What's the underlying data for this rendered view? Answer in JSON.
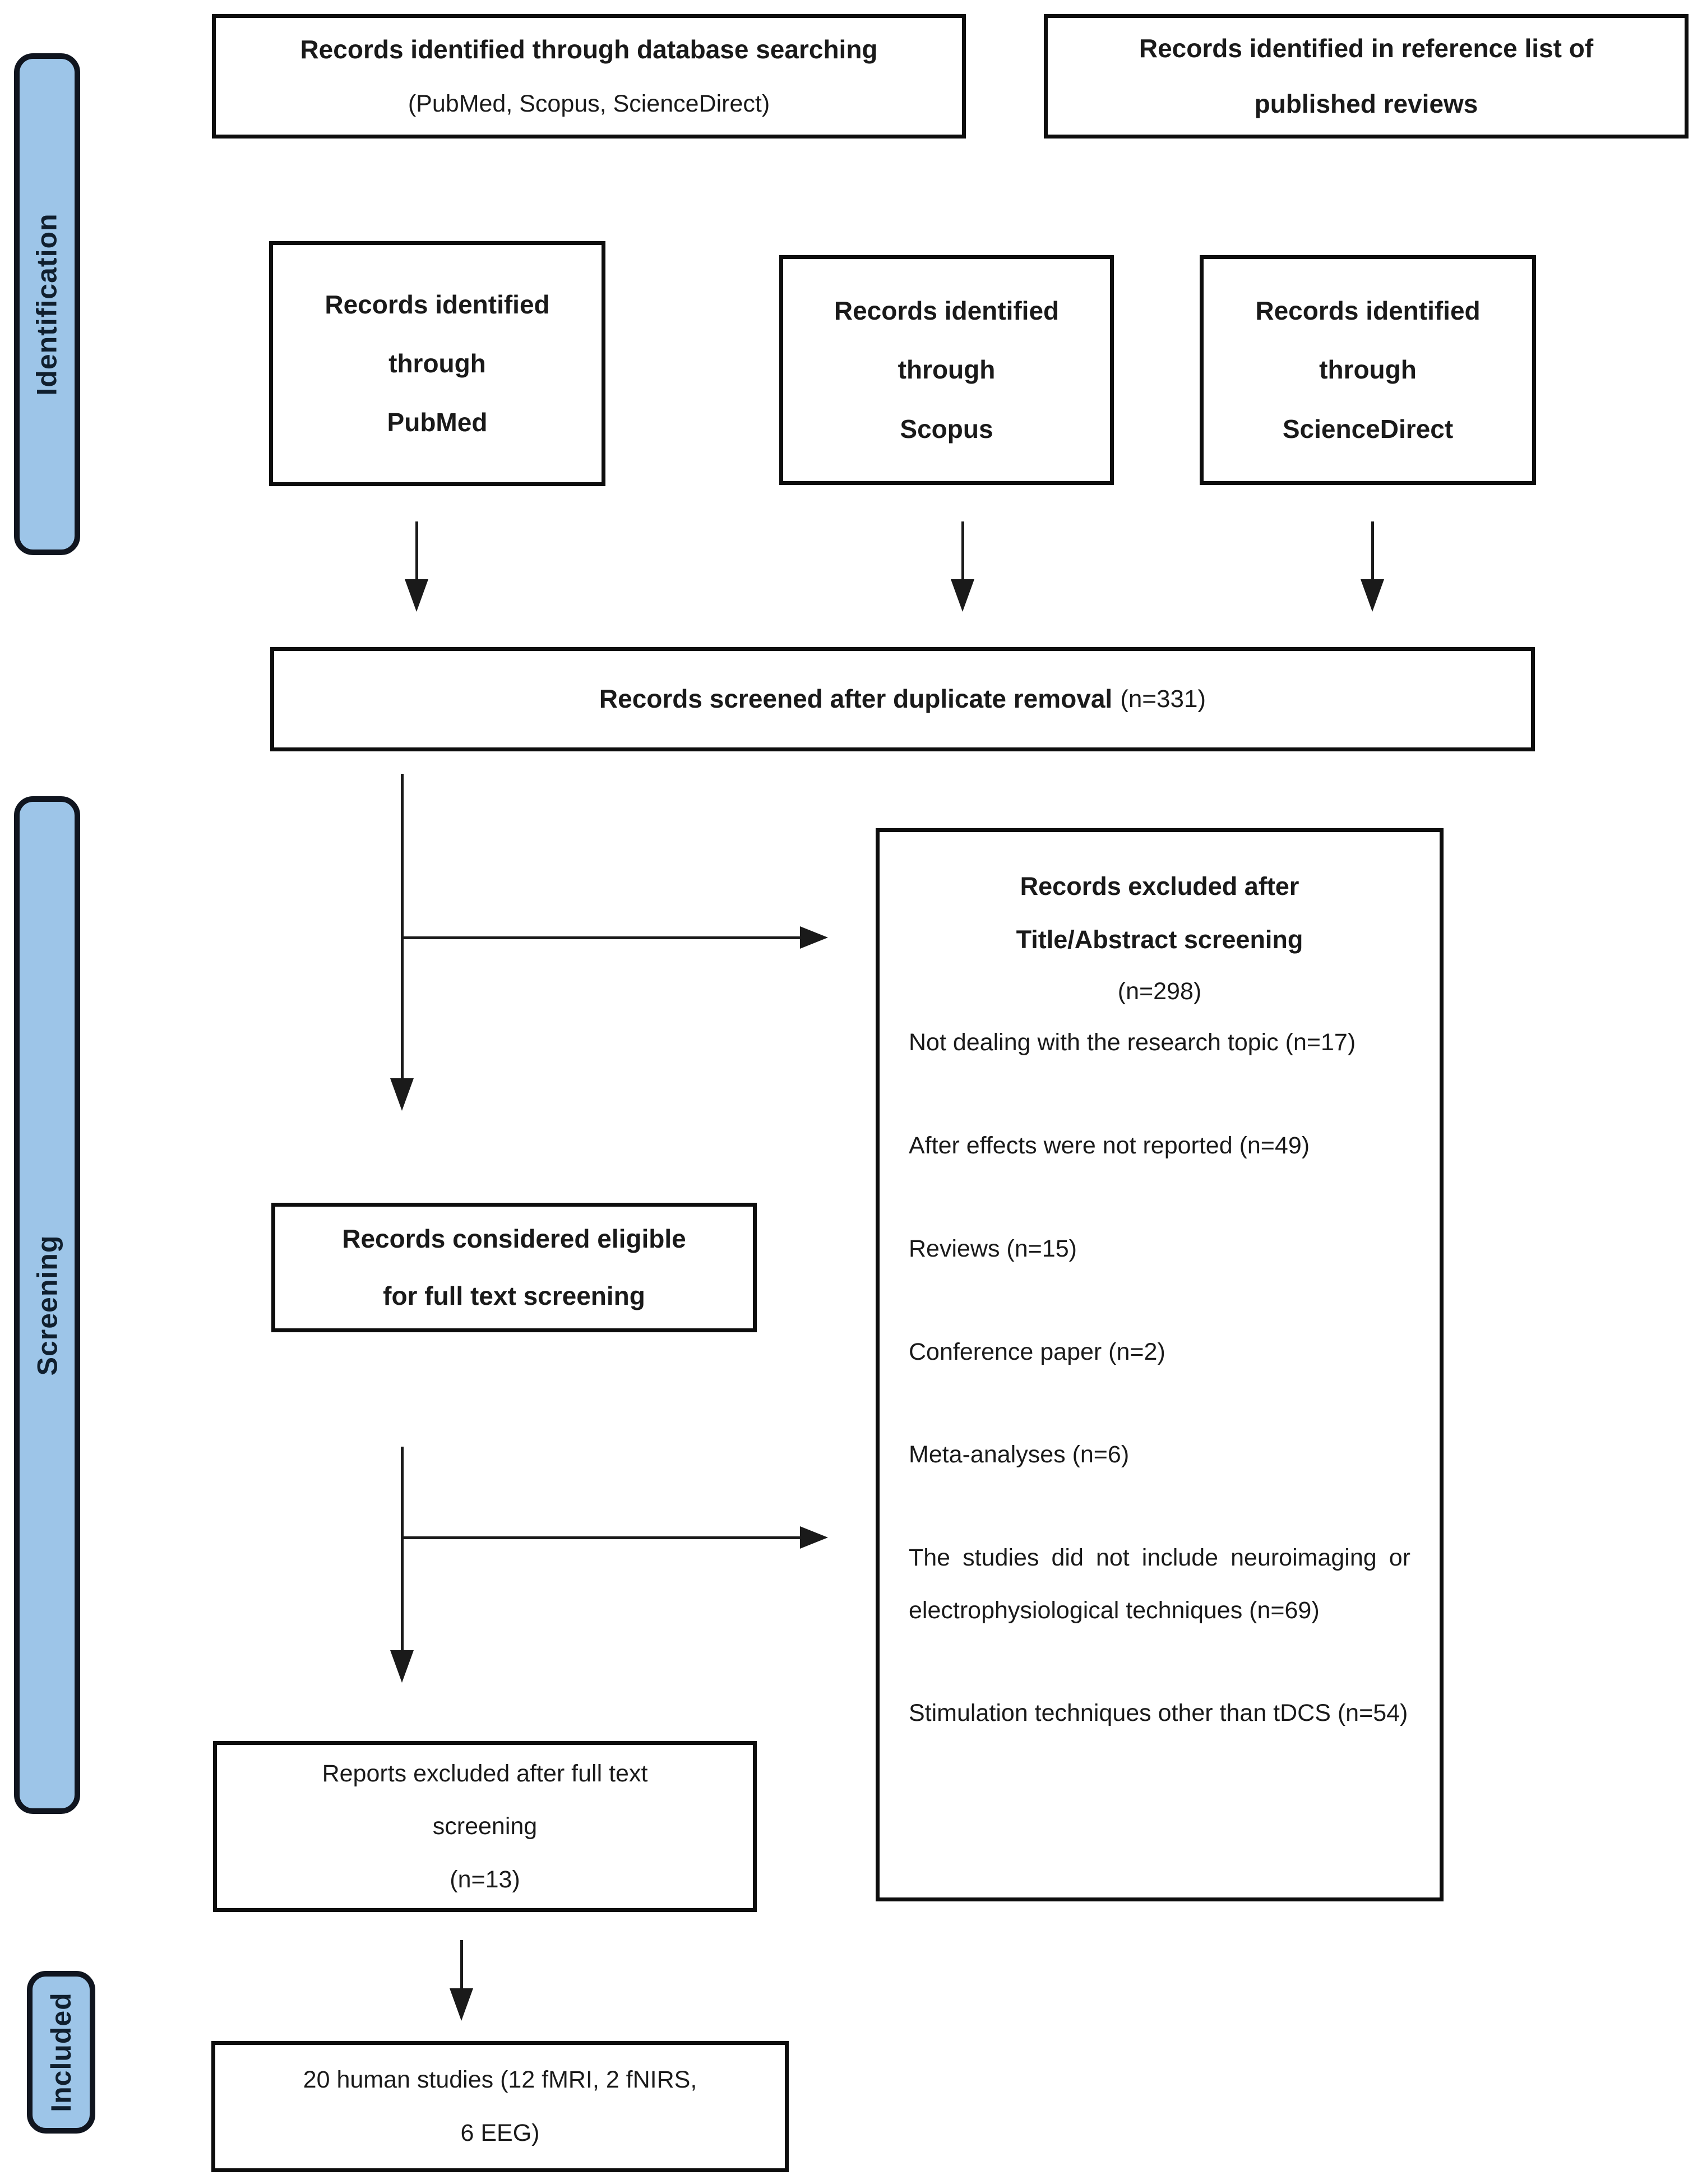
{
  "figure": {
    "type": "prisma-flow-diagram"
  },
  "sidebar": {
    "identification_label": "Identification",
    "screening_label": "Screening",
    "included_label": "Included"
  },
  "boxes": {
    "db_search": {
      "title": "Records identified through database searching",
      "subtitle": "(PubMed, Scopus, ScienceDirect)"
    },
    "ref_list": {
      "line1": "Records identified in reference list of",
      "line2": "published reviews"
    },
    "pubmed": {
      "line1": "Records identified",
      "line2": "through",
      "line3": "PubMed"
    },
    "scopus": {
      "line1": "Records identified",
      "line2": "through",
      "line3": "Scopus"
    },
    "sciencedirect": {
      "line1": "Records identified",
      "line2": "through",
      "line3": "ScienceDirect"
    },
    "screened": {
      "text": "Records screened after duplicate removal",
      "count": "(n=331)"
    },
    "excluded": {
      "title_line1": "Records excluded after",
      "title_line2": "Title/Abstract screening",
      "count": "(n=298)",
      "reasons": [
        "Not dealing with the research topic (n=17)",
        "After effects were not reported (n=49)",
        "Reviews (n=15)",
        "Conference paper (n=2)",
        "Meta-analyses (n=6)",
        "The studies did not include neuroimaging or electrophysiological techniques (n=69)",
        "Stimulation techniques other than tDCS (n=54)"
      ]
    },
    "eligible": {
      "line1": "Records considered eligible",
      "line2": "for full text screening"
    },
    "full_text_excluded": {
      "line1": "Reports excluded after full text",
      "line2": "screening",
      "line3": "(n=13)"
    },
    "included_studies": {
      "line1": "20 human studies (12 fMRI, 2 fNIRS,",
      "line2": "6 EEG)"
    }
  },
  "colors": {
    "bar_fill": "#9DC5E8",
    "bar_border": "#10151F",
    "box_border": "#0D0D0D",
    "text": "#1A1A1A",
    "background": "#FFFFFF"
  }
}
